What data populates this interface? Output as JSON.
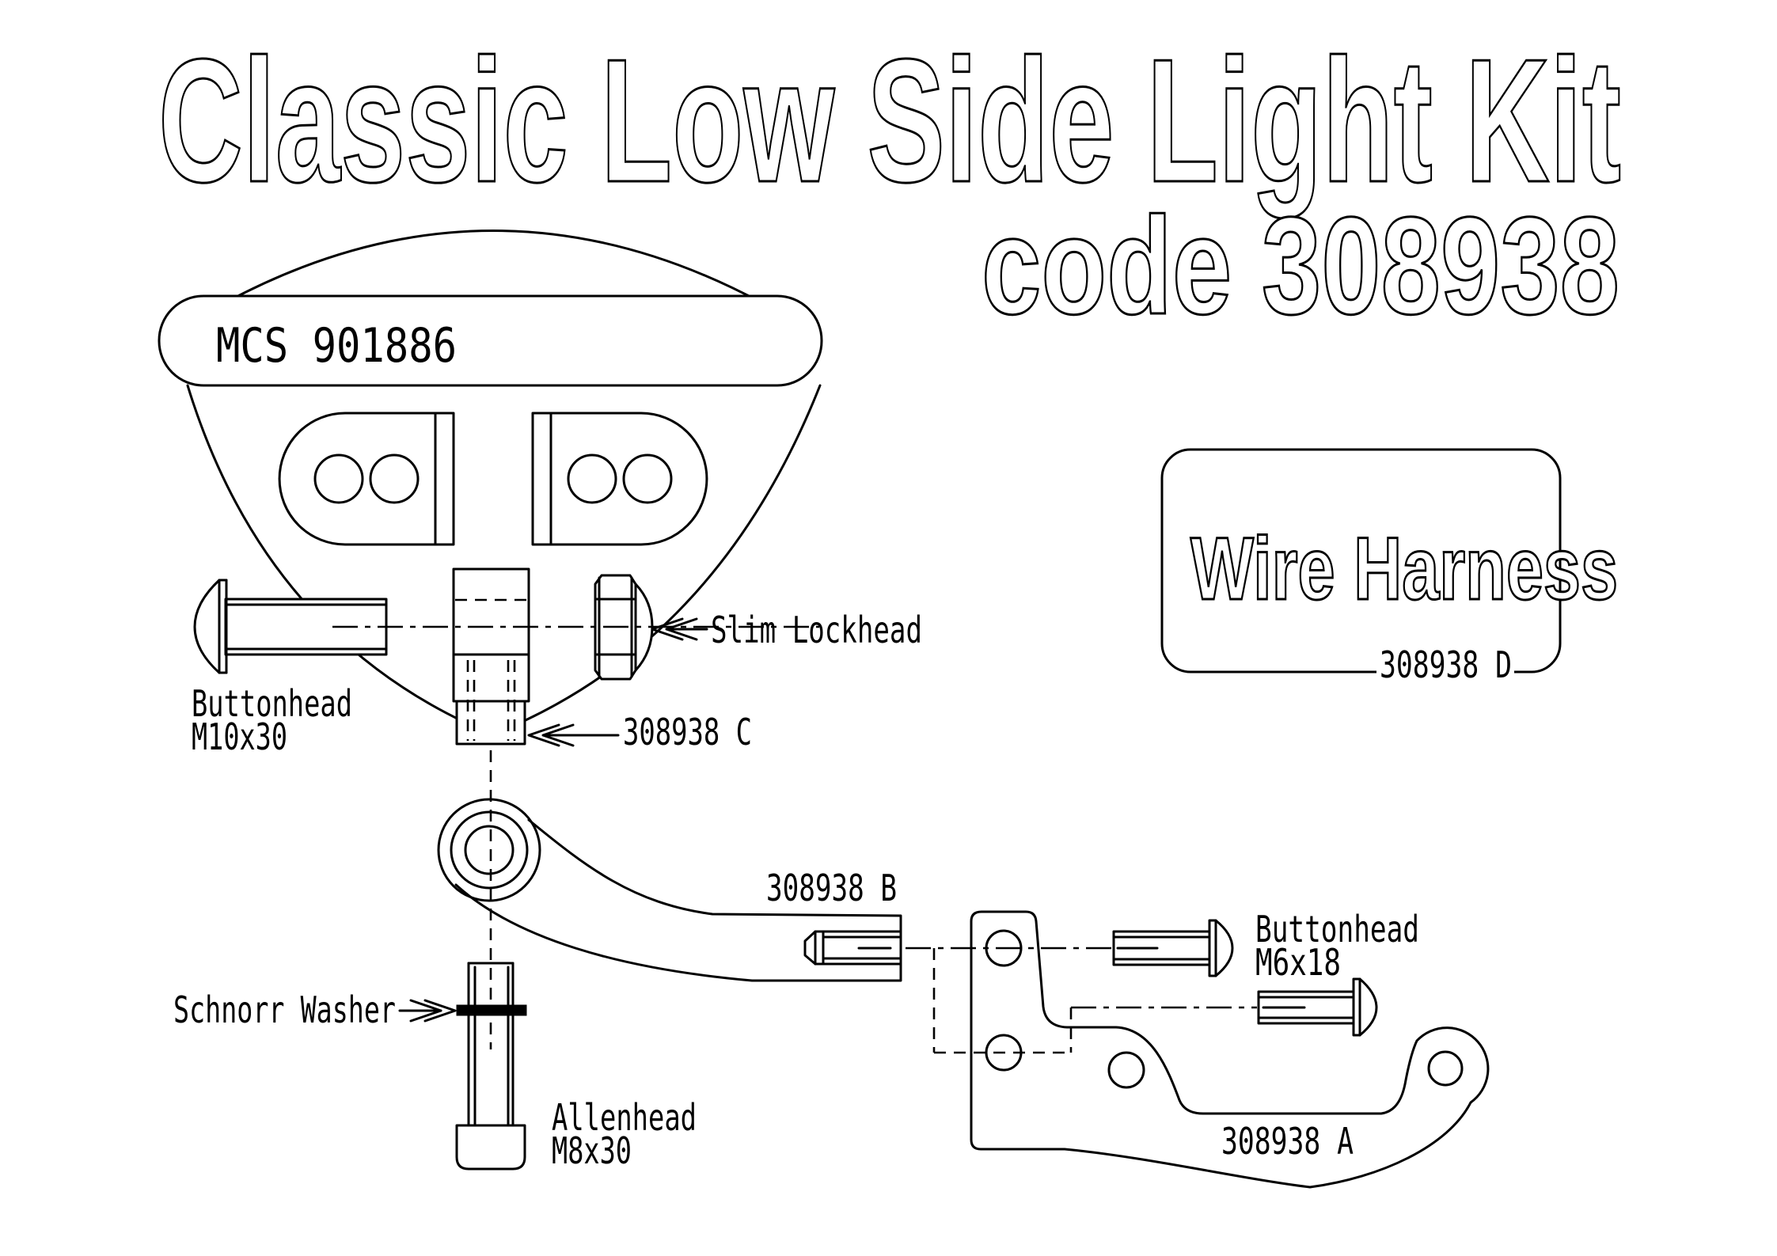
{
  "title": {
    "line1": "Classic Low Side Light Kit",
    "line2": "code 308938"
  },
  "headlight": {
    "shell_marking": "MCS 901886"
  },
  "wire_harness": {
    "label": "Wire Harness",
    "part_code": "308938 D"
  },
  "callouts": {
    "slim_lockhead": "Slim Lockhead",
    "buttonhead_m10": {
      "line1": "Buttonhead",
      "line2": "M10x30"
    },
    "part_c": "308938 C",
    "part_b": "308938 B",
    "schnorr_washer": "Schnorr Washer",
    "allenhead_m8": {
      "line1": "Allenhead",
      "line2": "M8x30"
    },
    "buttonhead_m6": {
      "line1": "Buttonhead",
      "line2": "M6x18"
    },
    "part_a": "308938 A"
  },
  "colors": {
    "line": "#000000",
    "background": "#ffffff"
  }
}
